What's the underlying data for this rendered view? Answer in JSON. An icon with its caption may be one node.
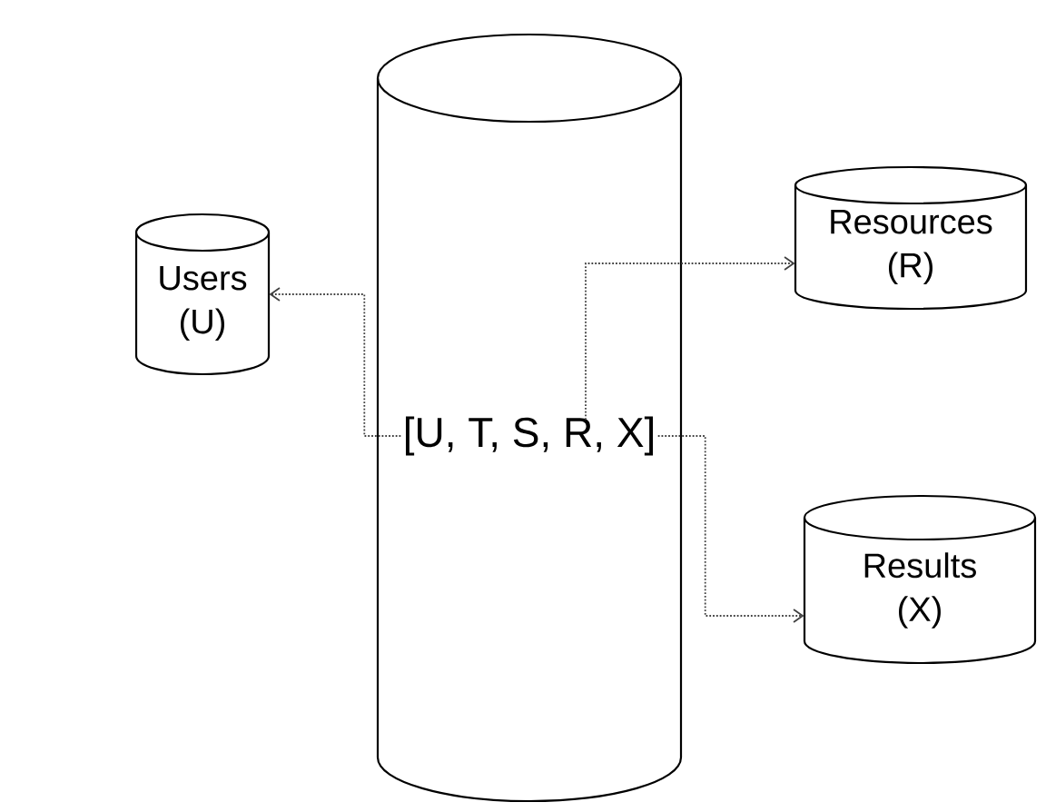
{
  "diagram": {
    "nodes": [
      {
        "text": [
          "[U, T, S, R, X]"
        ]
      },
      {
        "text": [
          "Users (U)"
        ]
      },
      {
        "text": [
          "Resources (R)"
        ]
      },
      {
        "text": [
          "Results (X)"
        ]
      }
    ],
    "edges": [
      {
        "from": 0,
        "to": 1,
        "arrow": "to"
      },
      {
        "from": 0,
        "to": 2,
        "arrow": "to"
      },
      {
        "from": 0,
        "to": 3,
        "arrow": "to"
      }
    ]
  }
}
